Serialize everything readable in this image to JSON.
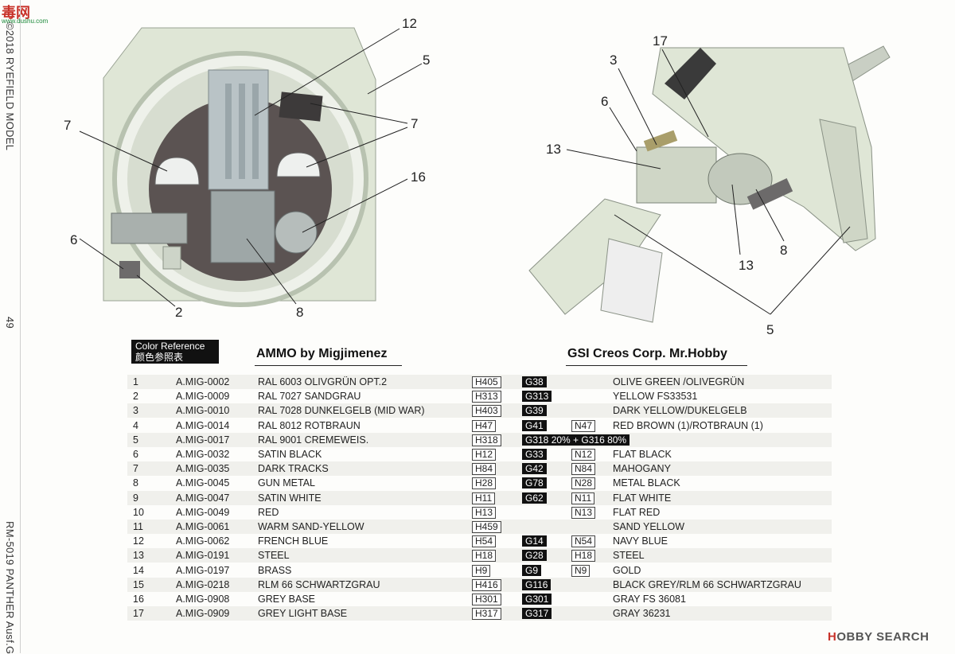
{
  "side": {
    "logo_cn": "毒网",
    "logo_url": "www.dushu.com",
    "brand": "©2018 RYEFIELD MODEL",
    "page_number": "49",
    "kit": "RM-5019 PANTHER Ausf.G"
  },
  "callouts_left": [
    "12",
    "5",
    "7",
    "7",
    "16",
    "6",
    "2",
    "8"
  ],
  "callouts_right": [
    "17",
    "3",
    "6",
    "13",
    "13",
    "8",
    "5"
  ],
  "table": {
    "color_ref_en": "Color Reference",
    "color_ref_cn": "颜色参照表",
    "header_ammo": "AMMO by Migjimenez",
    "header_gsi": "GSI Creos Corp. Mr.Hobby",
    "rows": [
      {
        "num": "1",
        "code": "A.MIG-0002",
        "name": "RAL 6003 OLIVGRÜN OPT.2",
        "h": "H405",
        "g": "G38",
        "n": "",
        "desc": "OLIVE GREEN /OLIVEGRÜN"
      },
      {
        "num": "2",
        "code": "A.MIG-0009",
        "name": "RAL 7027 SANDGRAU",
        "h": "H313",
        "g": "G313",
        "n": "",
        "desc": "YELLOW FS33531"
      },
      {
        "num": "3",
        "code": "A.MIG-0010",
        "name": "RAL 7028 DUNKELGELB (MID WAR)",
        "h": "H403",
        "g": "G39",
        "n": "",
        "desc": "DARK YELLOW/DUKELGELB"
      },
      {
        "num": "4",
        "code": "A.MIG-0014",
        "name": "RAL 8012 ROTBRAUN",
        "h": "H47",
        "g": "G41",
        "n": "N47",
        "desc": "RED BROWN (1)/ROTBRAUN (1)"
      },
      {
        "num": "5",
        "code": "A.MIG-0017",
        "name": "RAL 9001 CREMEWEIS.",
        "h": "H318",
        "g": "G318 20% + G316 80%",
        "n": "",
        "desc": ""
      },
      {
        "num": "6",
        "code": "A.MIG-0032",
        "name": "SATIN BLACK",
        "h": "H12",
        "g": "G33",
        "n": "N12",
        "desc": "FLAT BLACK"
      },
      {
        "num": "7",
        "code": "A.MIG-0035",
        "name": "DARK TRACKS",
        "h": "H84",
        "g": "G42",
        "n": "N84",
        "desc": "MAHOGANY"
      },
      {
        "num": "8",
        "code": "A.MIG-0045",
        "name": "GUN METAL",
        "h": "H28",
        "g": "G78",
        "n": "N28",
        "desc": "METAL BLACK"
      },
      {
        "num": "9",
        "code": "A.MIG-0047",
        "name": "SATIN WHITE",
        "h": "H11",
        "g": "G62",
        "n": "N11",
        "desc": "FLAT WHITE"
      },
      {
        "num": "10",
        "code": "A.MIG-0049",
        "name": "RED",
        "h": "H13",
        "g": "",
        "n": "N13",
        "desc": "FLAT RED"
      },
      {
        "num": "11",
        "code": "A.MIG-0061",
        "name": "WARM SAND-YELLOW",
        "h": "H459",
        "g": "",
        "n": "",
        "desc": "SAND YELLOW"
      },
      {
        "num": "12",
        "code": "A.MIG-0062",
        "name": "FRENCH BLUE",
        "h": "H54",
        "g": "G14",
        "n": "N54",
        "desc": "NAVY BLUE"
      },
      {
        "num": "13",
        "code": "A.MIG-0191",
        "name": "STEEL",
        "h": "H18",
        "g": "G28",
        "n": "H18",
        "desc": "STEEL"
      },
      {
        "num": "14",
        "code": "A.MIG-0197",
        "name": "BRASS",
        "h": "H9",
        "g": "G9",
        "n": "N9",
        "desc": "GOLD"
      },
      {
        "num": "15",
        "code": "A.MIG-0218",
        "name": "RLM 66 SCHWARTZGRAU",
        "h": "H416",
        "g": "G116",
        "n": "",
        "desc": "BLACK GREY/RLM 66 SCHWARTZGRAU"
      },
      {
        "num": "16",
        "code": "A.MIG-0908",
        "name": "GREY BASE",
        "h": "H301",
        "g": "G301",
        "n": "",
        "desc": "GRAY FS 36081"
      },
      {
        "num": "17",
        "code": "A.MIG-0909",
        "name": "GREY LIGHT BASE",
        "h": "H317",
        "g": "G317",
        "n": "",
        "desc": "GRAY 36231"
      }
    ]
  },
  "footer": {
    "logo_a": "H",
    "logo_b": "OBBY SEARCH"
  },
  "colors": {
    "model_light": "#dfe6d6",
    "model_shade": "#b8c2b0",
    "floor": "#5b5352",
    "ink": "#111111"
  }
}
